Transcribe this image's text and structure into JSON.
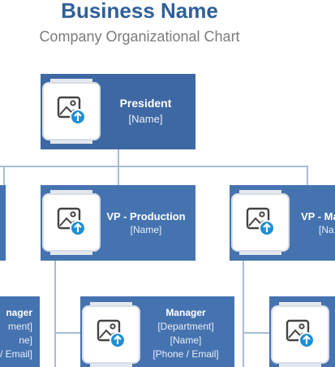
{
  "header": {
    "title": "Business Name",
    "subtitle": "Company Organizational Chart"
  },
  "president": {
    "title": "President",
    "name": "[Name]"
  },
  "vps": [
    {
      "title": "VP - Production",
      "name": "[Name]"
    },
    {
      "title": "VP - Ma",
      "name": "[Na"
    }
  ],
  "managers": [
    {
      "title": "nager",
      "department": "ment]",
      "name": "ne]",
      "contact": "/ Email]"
    },
    {
      "title": "Manager",
      "department": "[Department]",
      "name": "[Name]",
      "contact": "[Phone / Email]"
    }
  ],
  "icons": {
    "photo_placeholder": "image-upload-icon"
  },
  "colors": {
    "title": "#2f5f99",
    "box": "#4573b0",
    "president_box": "#3e68a3",
    "connector": "#a7bbd6",
    "icon_badge": "#1e8fd6"
  }
}
